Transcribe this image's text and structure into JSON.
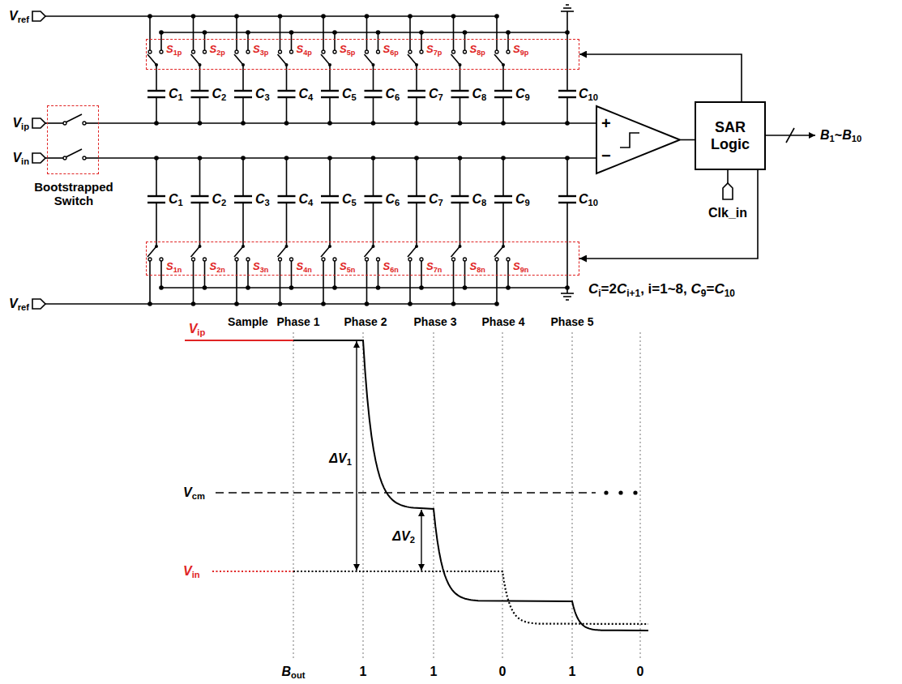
{
  "diagram": {
    "nodes": [
      {
        "text": [
          "S1p",
          "S2p",
          "S3p",
          "S4p",
          "S5p",
          "S6p",
          "S7p",
          "S8p",
          "S9p"
        ]
      },
      {
        "text": [
          "Bootstrapped Switch"
        ]
      },
      {
        "text": [
          "+",
          "−"
        ]
      },
      {
        "text": [
          "SAR Logic"
        ]
      },
      {
        "text": [
          "S1n",
          "S2n",
          "S3n",
          "S4n",
          "S5n",
          "S6n",
          "S7n",
          "S8n",
          "S9n"
        ]
      }
    ],
    "edges": [
      {
        "from": 1,
        "to": 2,
        "arrow": "none"
      },
      {
        "from": 1,
        "to": 2,
        "arrow": "none"
      },
      {
        "from": 2,
        "to": 3,
        "arrow": "none"
      },
      {
        "from": 3,
        "to": 0,
        "arrow": "to"
      },
      {
        "from": 3,
        "to": 4,
        "arrow": "to"
      }
    ],
    "labels": [
      "Vref",
      "C1",
      "C2",
      "C3",
      "C4",
      "C5",
      "C6",
      "C7",
      "C8",
      "C9",
      "C10",
      "Vip",
      "Vin",
      "B1~B10",
      "C1",
      "C2",
      "C3",
      "C4",
      "C5",
      "C6",
      "C7",
      "C8",
      "C9",
      "C10",
      "Clk_in",
      "Ci=2Ci+1, i=1~8, C9=C10",
      "Vref",
      "Sample",
      "Phase 1",
      "Phase 2",
      "Phase 3",
      "Phase 4",
      "Phase 5",
      "Vip",
      "ΔV1",
      "Vcm",
      "ΔV2",
      "Vin",
      "Bout",
      "1",
      "1",
      "0",
      "1",
      "0"
    ]
  }
}
